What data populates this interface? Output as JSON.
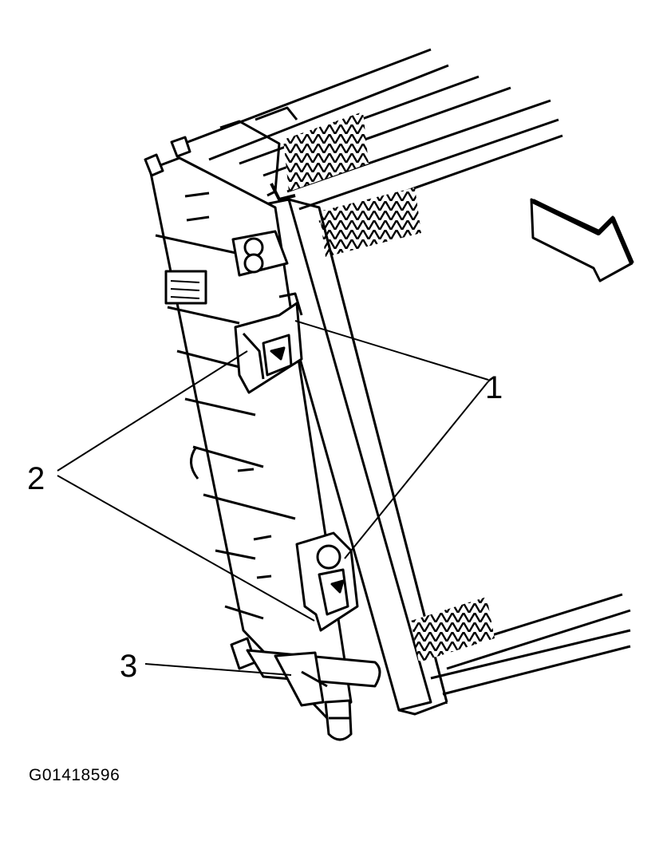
{
  "callouts": {
    "one": "1",
    "two": "2",
    "three": "3"
  },
  "figure_id": "G01418596",
  "colors": {
    "line": "#000000",
    "background": "#ffffff",
    "shade": "#9a9a9a"
  }
}
